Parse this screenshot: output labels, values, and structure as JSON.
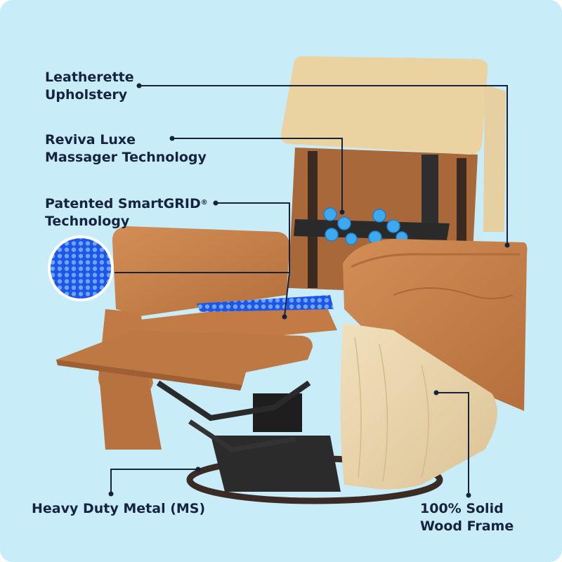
{
  "labels": {
    "upholstery": {
      "line1": "Leatherette",
      "line2": "Upholstery"
    },
    "massager": {
      "line1": "Reviva Luxe",
      "line2": "Massager Technology"
    },
    "smartgrid": {
      "line1": "Patented SmartGRID",
      "mark": "®",
      "line2": "Technology"
    },
    "metal": {
      "text": "Heavy Duty Metal (MS)"
    },
    "wood": {
      "line1": "100% Solid",
      "line2": "Wood Frame"
    }
  },
  "colors": {
    "background": "#c9ecf9",
    "text": "#16233f",
    "leader_line": "#16233f",
    "leather": "#c9834d",
    "headrest": "#ead3a0",
    "wood": "#ead6b0",
    "massage_nodes": "#3fa9ef",
    "smartgrid": "#2a64f0"
  }
}
